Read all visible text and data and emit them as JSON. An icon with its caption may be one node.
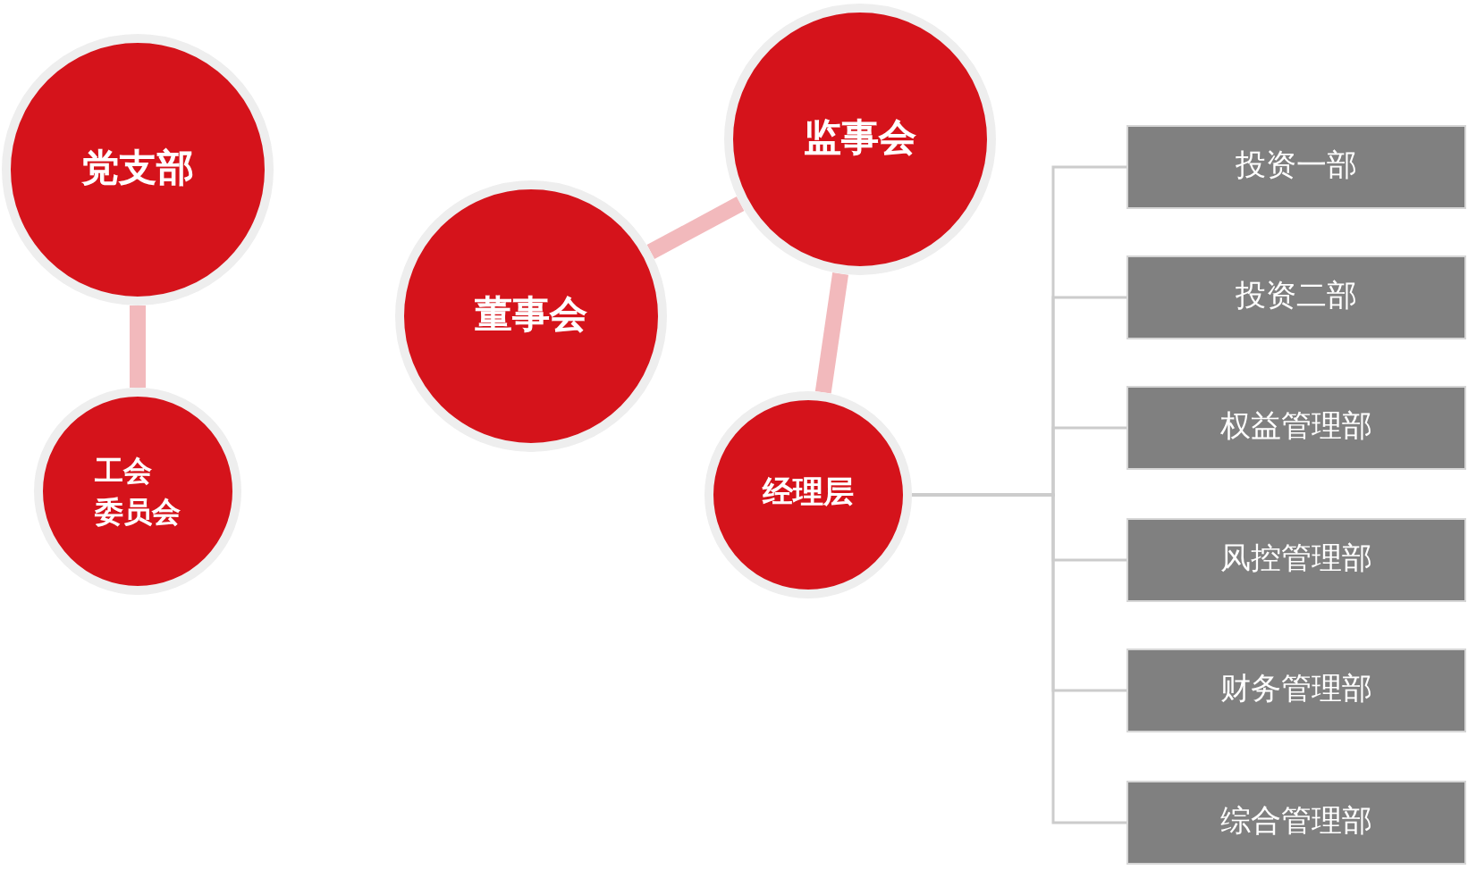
{
  "diagram": {
    "nodes": [
      {
        "text": [
          "党支部"
        ]
      },
      {
        "text": [
          "工会委员会"
        ]
      },
      {
        "text": [
          "董事会"
        ]
      },
      {
        "text": [
          "监事会"
        ]
      },
      {
        "text": [
          "经理层"
        ]
      },
      {
        "text": [
          "投资一部"
        ]
      },
      {
        "text": [
          "投资二部"
        ]
      },
      {
        "text": [
          "权益管理部"
        ]
      },
      {
        "text": [
          "风控管理部"
        ]
      },
      {
        "text": [
          "财务管理部"
        ]
      },
      {
        "text": [
          "综合管理部"
        ]
      }
    ],
    "edges": [
      {
        "from": 0,
        "to": 1,
        "arrow": "none",
        "style": "thick",
        "color": "#f2b9bc"
      },
      {
        "from": 2,
        "to": 3,
        "arrow": "none",
        "style": "thick",
        "color": "#f2b9bc"
      },
      {
        "from": 3,
        "to": 4,
        "arrow": "none",
        "style": "thick",
        "color": "#f2b9bc"
      },
      {
        "from": 4,
        "to": 5,
        "arrow": "none"
      },
      {
        "from": 4,
        "to": 6,
        "arrow": "none"
      },
      {
        "from": 4,
        "to": 7,
        "arrow": "none"
      },
      {
        "from": 4,
        "to": 8,
        "arrow": "none"
      },
      {
        "from": 4,
        "to": 9,
        "arrow": "none"
      },
      {
        "from": 4,
        "to": 10,
        "arrow": "none"
      }
    ]
  }
}
